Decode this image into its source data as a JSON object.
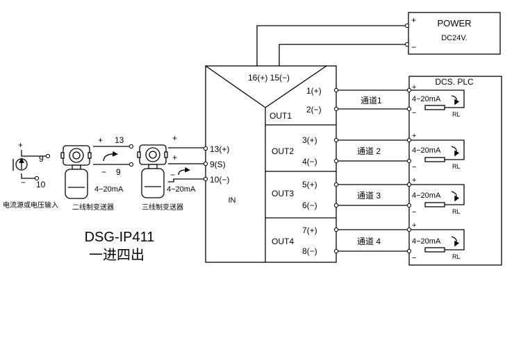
{
  "power": {
    "title": "POWER",
    "voltage": "DC24V.",
    "plus": "+",
    "minus": "−"
  },
  "module": {
    "top_terminals": "16(+) 15(−)",
    "in_label": "IN",
    "inputs": [
      "13(+)",
      "9(S)",
      "10(−)"
    ],
    "outputs": [
      {
        "name": "OUT1",
        "pos": "1(+)",
        "neg": "2(−)",
        "channel": "通道1"
      },
      {
        "name": "OUT2",
        "pos": "3(+)",
        "neg": "4(−)",
        "channel": "通道 2"
      },
      {
        "name": "OUT3",
        "pos": "5(+)",
        "neg": "6(−)",
        "channel": "通道 3"
      },
      {
        "name": "OUT4",
        "pos": "7(+)",
        "neg": "8(−)",
        "channel": "通道 4"
      }
    ]
  },
  "dcs": {
    "title": "DCS. PLC",
    "loops": [
      {
        "plus": "+",
        "signal": "4−20mA",
        "rl": "RL",
        "minus": "−"
      },
      {
        "plus": "+",
        "signal": "4−20mA",
        "rl": "RL",
        "minus": "−"
      },
      {
        "plus": "+",
        "signal": "4−20mA",
        "rl": "RL",
        "minus": "−"
      },
      {
        "plus": "+",
        "signal": "4−20mA",
        "rl": "RL",
        "minus": "−"
      }
    ]
  },
  "source": {
    "plus": "+",
    "minus": "−",
    "t_pos": "9",
    "t_neg": "10",
    "caption": "电流源或电压输入"
  },
  "two_wire": {
    "plus": "+",
    "t13": "13",
    "minus": "−",
    "t9": "9",
    "signal": "4−20mA",
    "caption": "二线制变送器"
  },
  "three_wire": {
    "plus_top": "+",
    "plus_mid": "+",
    "minus": "−",
    "signal": "4−20mA",
    "caption": "三线制变送器"
  },
  "product": {
    "model": "DSG-IP411",
    "subtitle": "一进四出"
  }
}
